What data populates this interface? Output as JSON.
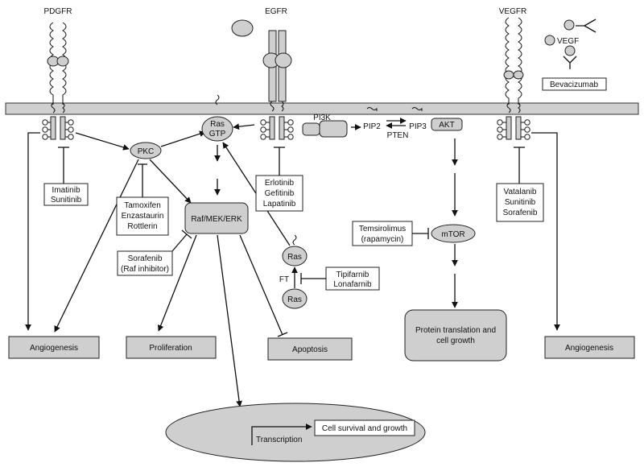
{
  "receptors": {
    "pdgfr": "PDGFR",
    "egfr": "EGFR",
    "vegfr": "VEGFR"
  },
  "ligand": {
    "vegf": "VEGF",
    "bevacizumab": "Bevacizumab"
  },
  "signaling": {
    "pkc": "PKC",
    "ras_gtp_line1": "Ras",
    "ras_gtp_line2": "GTP",
    "raf_mek_erk": "Raf/MEK/ERK",
    "pi3k": "PI3K",
    "pip2": "PIP2",
    "pip3": "PIP3",
    "pten": "PTEN",
    "akt": "AKT",
    "mtor": "mTOR",
    "ras_top": "Ras",
    "ras_bottom": "Ras",
    "ft": "FT"
  },
  "inhibitors": {
    "pdgfr": [
      "Imatinib",
      "Sunitinib"
    ],
    "pkc": [
      "Tamoxifen",
      "Enzastaurin",
      "Rottlerin"
    ],
    "raf": [
      "Sorafenib",
      "(Raf inhibitor)"
    ],
    "egfr": [
      "Erlotinib",
      "Gefitinib",
      "Lapatinib"
    ],
    "ft": [
      "Tipifarnib",
      "Lonafarnib"
    ],
    "mtor": [
      "Temsirolimus",
      "(rapamycin)"
    ],
    "vegfr": [
      "Vatalanib",
      "Sunitinib",
      "Sorafenib"
    ]
  },
  "outcomes": {
    "angiogenesis_left": "Angiogenesis",
    "proliferation": "Proliferation",
    "apoptosis": "Apoptosis",
    "protein_line1": "Protein translation and",
    "protein_line2": "cell growth",
    "angiogenesis_right": "Angiogenesis",
    "transcription": "Transcription",
    "cell_survival": "Cell survival and growth"
  }
}
